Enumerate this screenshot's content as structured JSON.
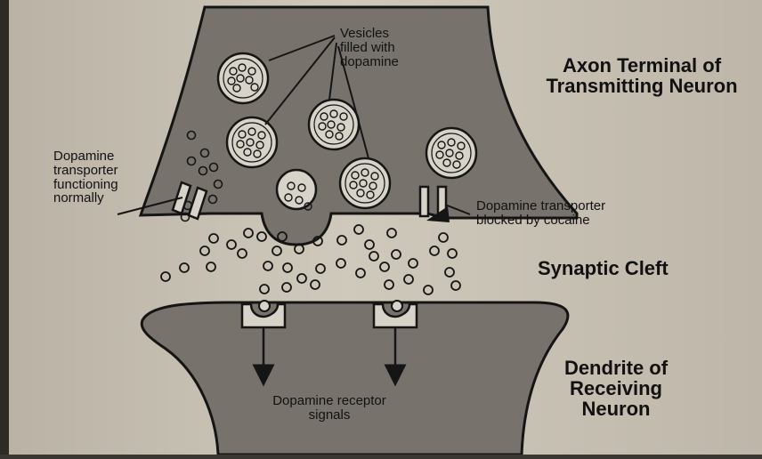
{
  "colors": {
    "page": "#c9c3b6",
    "page_shadow": "#a7a094",
    "tissue": "#77736c",
    "ink": "#151515",
    "vesicle_fill": "#d8d3c8"
  },
  "labels": {
    "vesicles": [
      "Vesicles",
      "filled with",
      "dopamine"
    ],
    "axon_terminal": [
      "Axon Terminal of",
      "Transmitting Neuron"
    ],
    "transporter_normal": [
      "Dopamine",
      "transporter",
      "functioning",
      "normally"
    ],
    "transporter_blocked": [
      "Dopamine transporter",
      "blocked by cocaine"
    ],
    "synaptic_cleft": "Synaptic Cleft",
    "dendrite": [
      "Dendrite of",
      "Receiving",
      "Neuron"
    ],
    "receptor_signals": [
      "Dopamine receptor",
      "signals"
    ]
  },
  "icons": {
    "vesicle": "vesicle-icon",
    "transporter": "dopamine-transporter-icon",
    "receptor": "dopamine-receptor-icon",
    "cocaine": "cocaine-molecule-icon",
    "dopamine": "dopamine-molecule-icon"
  }
}
